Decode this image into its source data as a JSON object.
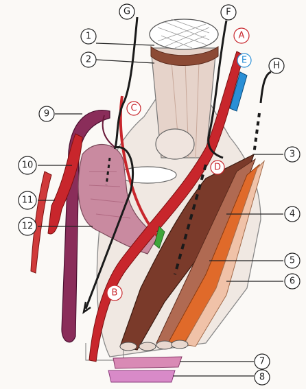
{
  "diagram": {
    "numbered_labels": [
      "1",
      "2",
      "3",
      "4",
      "5",
      "6",
      "7",
      "8",
      "9",
      "10",
      "11",
      "12"
    ],
    "letter_labels": {
      "A": "A",
      "B": "B",
      "C": "C",
      "D": "D",
      "E": "E",
      "F": "F",
      "G": "G",
      "H": "H"
    },
    "colors": {
      "artery": "#c8262c",
      "dark_muscle": "#7a3a2a",
      "orange_muscle": "#e06a2a",
      "pink_structure": "#c98aa0",
      "purple_vessel": "#8a2d5a",
      "blue_vessel": "#2a8fd6",
      "green_nerve": "#3fa63a",
      "black_path": "#1a1a1a",
      "bone": "#e8d8cf"
    }
  }
}
